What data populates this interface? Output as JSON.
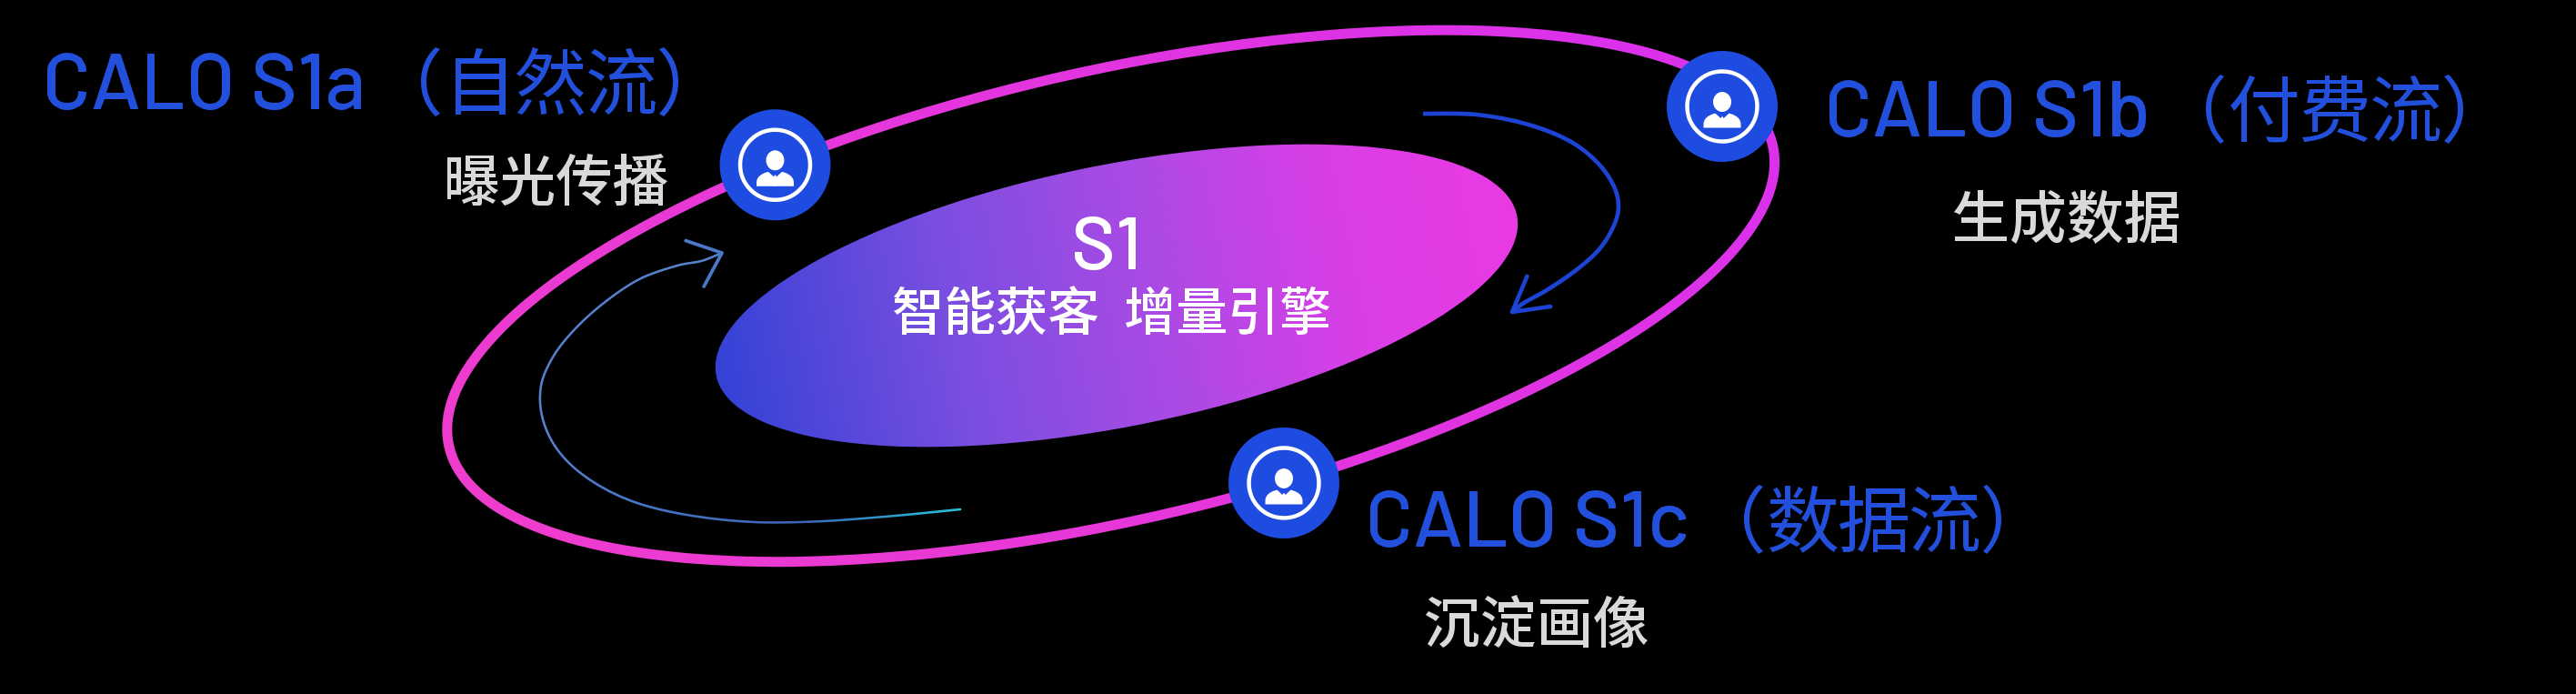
{
  "background_color": "#000000",
  "center": {
    "title": "S1",
    "subtitle": "智能获客  增量引擎"
  },
  "nodes": [
    {
      "id": "S1a",
      "title": "CALO S1a（自然流）",
      "subtitle": "曝光传播",
      "icon": "user-icon"
    },
    {
      "id": "S1b",
      "title": "CALO S1b（付费流）",
      "subtitle": "生成数据",
      "icon": "user-icon"
    },
    {
      "id": "S1c",
      "title": "CALO S1c（数据流）",
      "subtitle": "沉淀画像",
      "icon": "user-icon"
    }
  ],
  "colors": {
    "orbit_ring": "#e236e0",
    "node_fill": "#1e4ce0",
    "title_text": "#2250dc",
    "subtitle_text": "#d9d9d9",
    "center_text": "#ffffff",
    "flow_arrow": "#1c43d4",
    "ellipse_gradient_start": "#3240d6",
    "ellipse_gradient_end": "#e93ae3"
  }
}
